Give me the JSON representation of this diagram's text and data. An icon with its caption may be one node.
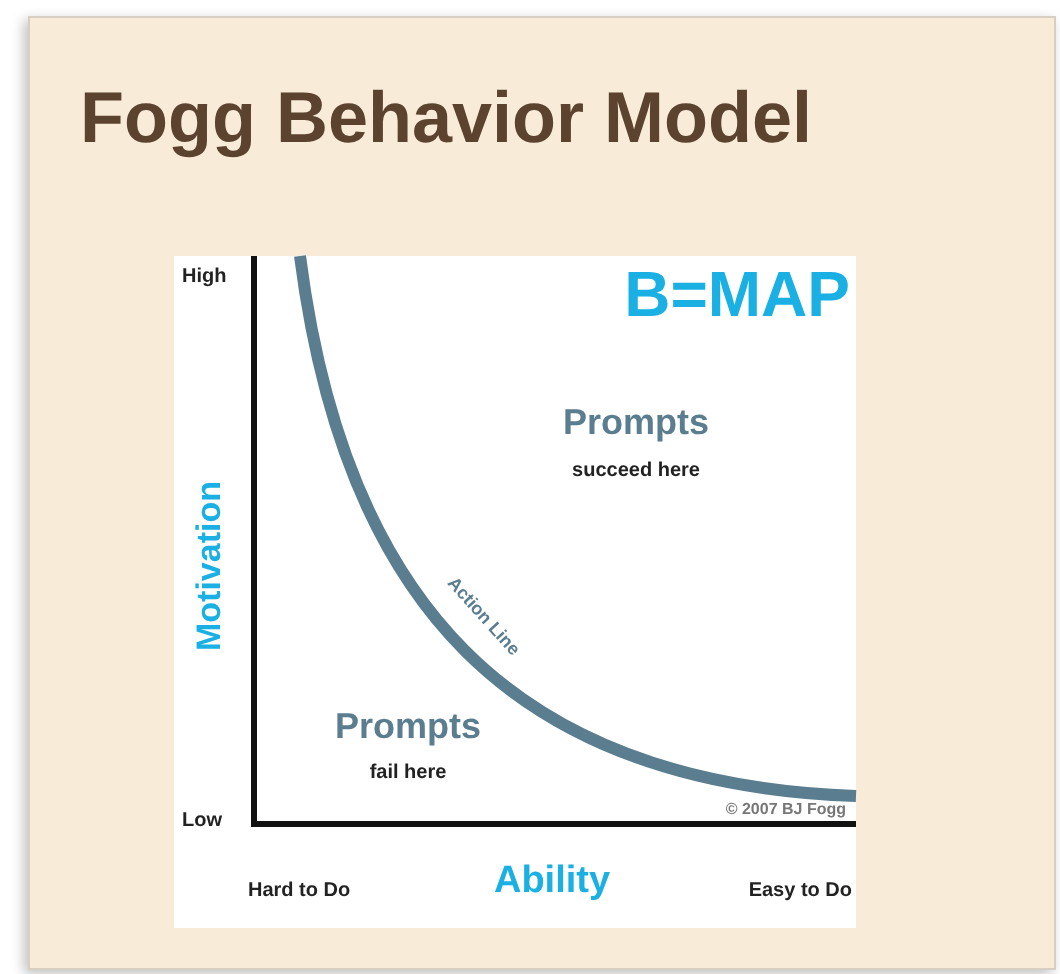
{
  "diagram": {
    "title": "Fogg Behavior Model",
    "labels": [
      "B=MAP",
      "High",
      "Prompts",
      "succeed here",
      "Motivation",
      "Action Line",
      "Prompts",
      "fail here",
      "Low",
      "© 2007 BJ Fogg",
      "Hard to Do",
      "Ability",
      "Easy to Do"
    ]
  }
}
